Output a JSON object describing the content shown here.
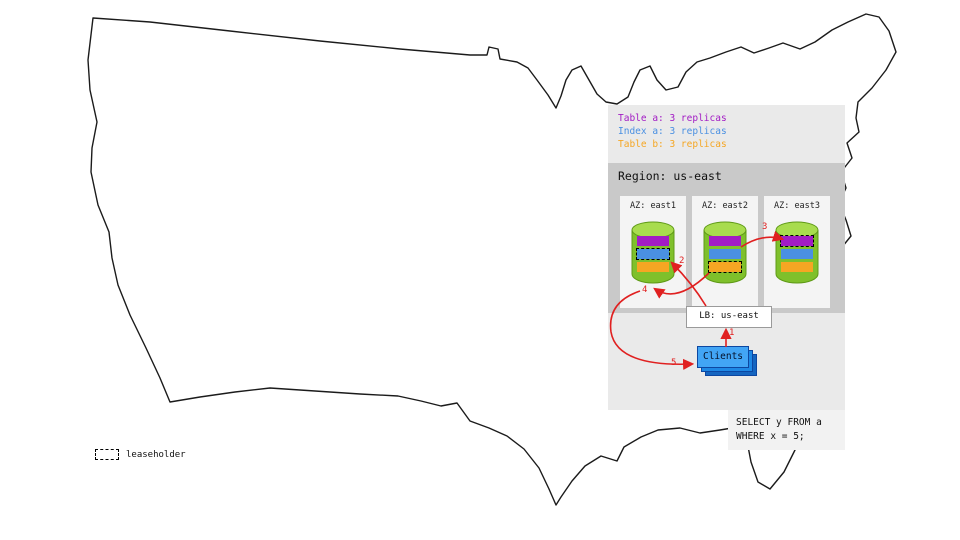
{
  "legend": {
    "items": [
      {
        "id": "table-a",
        "label": "Table a: 3 replicas",
        "color": "#a21cc4"
      },
      {
        "id": "index-a",
        "label": "Index a: 3 replicas",
        "color": "#4a90e2"
      },
      {
        "id": "table-b",
        "label": "Table b: 3 replicas",
        "color": "#f5a623"
      }
    ]
  },
  "region": {
    "title": "Region: us-east",
    "lb_label": "LB: us-east",
    "azs": [
      {
        "label": "AZ: east1",
        "leaseholder": "index-a"
      },
      {
        "label": "AZ: east2",
        "leaseholder": "table-b"
      },
      {
        "label": "AZ: east3",
        "leaseholder": "table-a"
      }
    ]
  },
  "clients_label": "Clients",
  "query": {
    "line1": "SELECT y FROM a",
    "line2": "WHERE x = 5;"
  },
  "flow_steps": [
    "1",
    "2",
    "3",
    "4",
    "5"
  ],
  "map_legend_label": "leaseholder",
  "colors": {
    "table_a": "#a21cc4",
    "index_a": "#4a90e2",
    "table_b": "#f5a623",
    "arrow_red": "#e02020",
    "cylinder_body": "#7fc02b",
    "cylinder_top": "#a8dc4e",
    "clients_blue": "#42a5f5",
    "panel_gray": "#eaeaea",
    "region_gray": "#c9c9c9"
  }
}
